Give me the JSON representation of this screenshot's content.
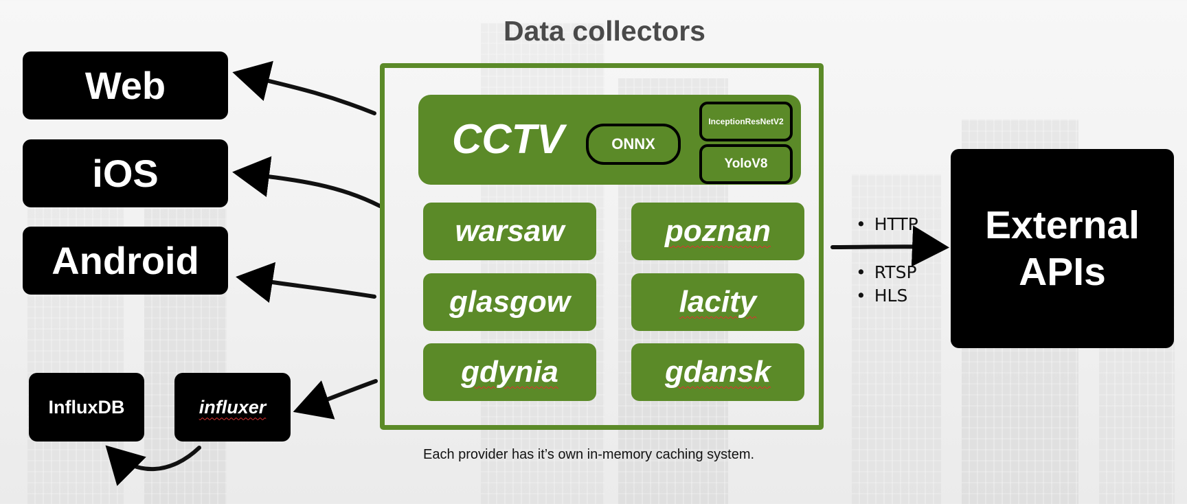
{
  "title": "Data collectors",
  "clients": [
    "Web",
    "iOS",
    "Android"
  ],
  "storage": {
    "db": "InfluxDB",
    "writer": "influxer"
  },
  "cctv": {
    "label": "CCTV",
    "runtime": "ONNX",
    "models": [
      "InceptionResNetV2",
      "YoloV8"
    ]
  },
  "providers": [
    "warsaw",
    "poznan",
    "glasgow",
    "lacity",
    "gdynia",
    "gdansk"
  ],
  "protocols": {
    "top": [
      "HTTP"
    ],
    "bottom": [
      "RTSP",
      "HLS"
    ]
  },
  "external": "External APIs",
  "caption": "Each provider has it’s own in-memory caching system.",
  "colors": {
    "green": "#5b8a28",
    "black": "#000000",
    "title_gray": "#4a4a4a",
    "spellcheck_red": "#e03030"
  }
}
